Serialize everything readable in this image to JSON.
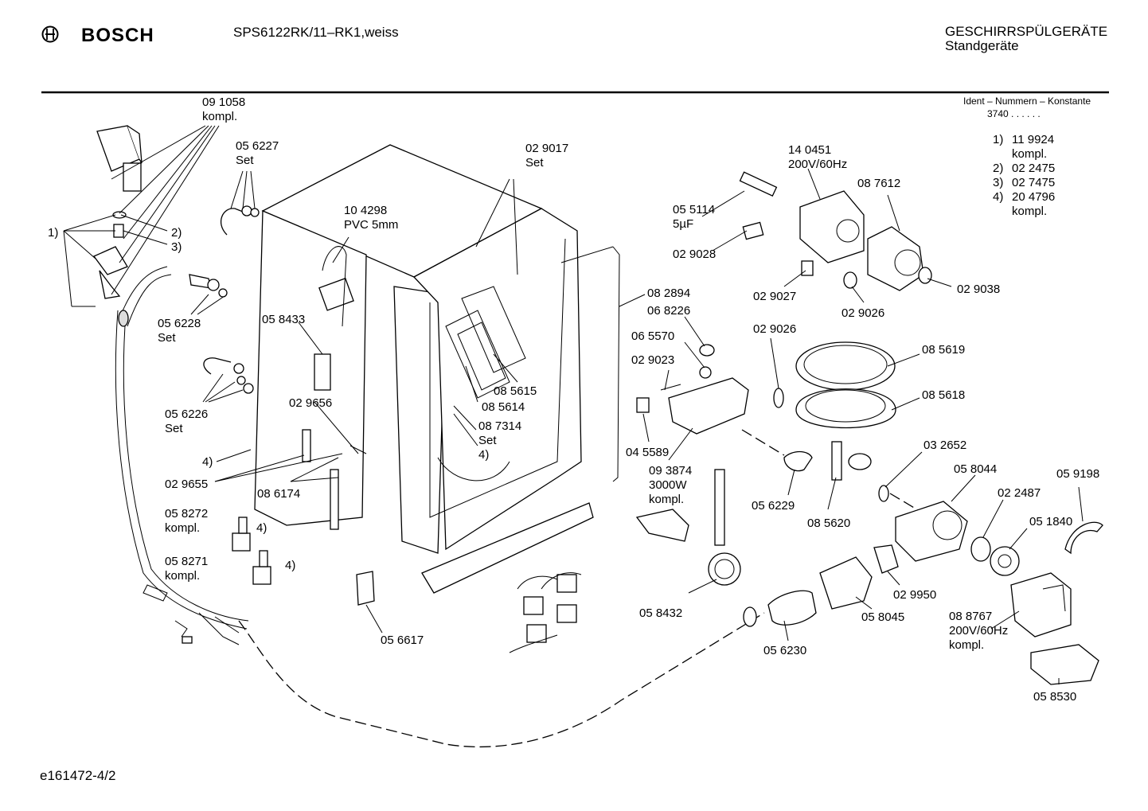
{
  "header": {
    "brand": "BOSCH",
    "model": "SPS6122RK/11–RK1,weiss",
    "category": "GESCHIRRSPÜLGERÄTE",
    "subcategory": "Standgeräte",
    "ident_title": "Ident – Nummern – Konstante",
    "ident_value": "3740  .   .   .   .   .  ."
  },
  "legend": [
    {
      "key": "1)",
      "code": "11 9924",
      "note": "kompl."
    },
    {
      "key": "2)",
      "code": "02 2475",
      "note": ""
    },
    {
      "key": "3)",
      "code": "02 7475",
      "note": ""
    },
    {
      "key": "4)",
      "code": "20 4796",
      "note": "kompl."
    }
  ],
  "labels": [
    {
      "id": "l01",
      "lines": [
        "09 1058",
        "kompl."
      ]
    },
    {
      "id": "l02",
      "lines": [
        "05 6227",
        "Set"
      ]
    },
    {
      "id": "l03",
      "lines": [
        "1)"
      ]
    },
    {
      "id": "l04",
      "lines": [
        "2)"
      ]
    },
    {
      "id": "l05",
      "lines": [
        "3)"
      ]
    },
    {
      "id": "l06",
      "lines": [
        "05 6228",
        "Set"
      ]
    },
    {
      "id": "l07",
      "lines": [
        "05 6226",
        "Set"
      ]
    },
    {
      "id": "l08",
      "lines": [
        "4)"
      ]
    },
    {
      "id": "l09",
      "lines": [
        "02 9655"
      ]
    },
    {
      "id": "l10",
      "lines": [
        "05 8272",
        "kompl."
      ]
    },
    {
      "id": "l11",
      "lines": [
        "4)"
      ]
    },
    {
      "id": "l12",
      "lines": [
        "05 8271",
        "kompl."
      ]
    },
    {
      "id": "l13",
      "lines": [
        "4)"
      ]
    },
    {
      "id": "l14",
      "lines": [
        "10 4298",
        "PVC 5mm"
      ]
    },
    {
      "id": "l15",
      "lines": [
        "05 8433"
      ]
    },
    {
      "id": "l16",
      "lines": [
        "02 9656"
      ]
    },
    {
      "id": "l17",
      "lines": [
        "08 6174"
      ]
    },
    {
      "id": "l18",
      "lines": [
        "05 6617"
      ]
    },
    {
      "id": "l19",
      "lines": [
        "02 9017",
        "Set"
      ]
    },
    {
      "id": "l20",
      "lines": [
        "08 5615"
      ]
    },
    {
      "id": "l21",
      "lines": [
        "08 5614"
      ]
    },
    {
      "id": "l22",
      "lines": [
        "08 7314",
        "Set",
        "4)"
      ]
    },
    {
      "id": "l23",
      "lines": [
        "08 2894"
      ]
    },
    {
      "id": "l24",
      "lines": [
        "06 8226"
      ]
    },
    {
      "id": "l25",
      "lines": [
        "06 5570"
      ]
    },
    {
      "id": "l26",
      "lines": [
        "02 9023"
      ]
    },
    {
      "id": "l27",
      "lines": [
        "04 5589"
      ]
    },
    {
      "id": "l28",
      "lines": [
        "09 3874",
        "3000W",
        "kompl."
      ]
    },
    {
      "id": "l29",
      "lines": [
        "05 8432"
      ]
    },
    {
      "id": "l30",
      "lines": [
        "05 5114",
        "5µF"
      ]
    },
    {
      "id": "l31",
      "lines": [
        "02 9028"
      ]
    },
    {
      "id": "l32",
      "lines": [
        "14 0451",
        "200V/60Hz"
      ]
    },
    {
      "id": "l33",
      "lines": [
        "08 7612"
      ]
    },
    {
      "id": "l34",
      "lines": [
        "02 9027"
      ]
    },
    {
      "id": "l35",
      "lines": [
        "02 9026"
      ]
    },
    {
      "id": "l36",
      "lines": [
        "02 9038"
      ]
    },
    {
      "id": "l37",
      "lines": [
        "02 9026"
      ]
    },
    {
      "id": "l38",
      "lines": [
        "08 5619"
      ]
    },
    {
      "id": "l39",
      "lines": [
        "08 5618"
      ]
    },
    {
      "id": "l40",
      "lines": [
        "03 2652"
      ]
    },
    {
      "id": "l41",
      "lines": [
        "05 6229"
      ]
    },
    {
      "id": "l42",
      "lines": [
        "08 5620"
      ]
    },
    {
      "id": "l43",
      "lines": [
        "05 8044"
      ]
    },
    {
      "id": "l44",
      "lines": [
        "02 2487"
      ]
    },
    {
      "id": "l45",
      "lines": [
        "05 9198"
      ]
    },
    {
      "id": "l46",
      "lines": [
        "05 1840"
      ]
    },
    {
      "id": "l47",
      "lines": [
        "02 9950"
      ]
    },
    {
      "id": "l48",
      "lines": [
        "05 8045"
      ]
    },
    {
      "id": "l49",
      "lines": [
        "08 8767",
        "200V/60Hz",
        "kompl."
      ]
    },
    {
      "id": "l50",
      "lines": [
        "05 6230"
      ]
    },
    {
      "id": "l51",
      "lines": [
        "05 8530"
      ]
    }
  ],
  "footer": {
    "drawing_number": "e161472-4/2"
  }
}
